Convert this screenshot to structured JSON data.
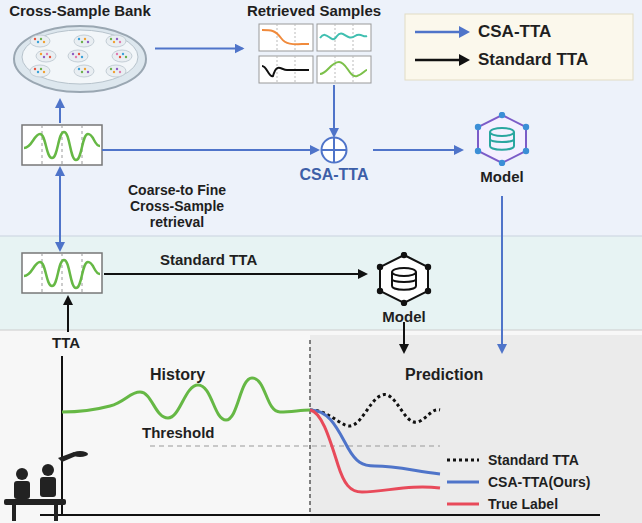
{
  "diagram": {
    "nodes": [
      {
        "text": [
          "Cross-Sample Bank"
        ]
      },
      {
        "text": [
          "Retrieved Samples"
        ]
      },
      {
        "text": [
          "CSA-TTA"
        ]
      },
      {
        "text": [
          "Model"
        ]
      },
      {
        "text": [
          "Model"
        ]
      }
    ],
    "edges": [
      {
        "from": 0,
        "to": 1,
        "arrow": "to"
      },
      {
        "from": 1,
        "to": 2,
        "arrow": "to"
      },
      {
        "from": 2,
        "to": 3,
        "arrow": "to"
      }
    ],
    "labels": [
      "Coarse-to Fine Cross-Sample retrieval",
      "Standard TTA",
      "TTA",
      "History",
      "Prediction",
      "Threshold"
    ],
    "legend": [
      {
        "text": "CSA-TTA"
      },
      {
        "text": "Standard TTA"
      },
      {
        "text": "Standard TTA"
      },
      {
        "text": "CSA-TTA(Ours)"
      },
      {
        "text": "True Label"
      }
    ]
  }
}
